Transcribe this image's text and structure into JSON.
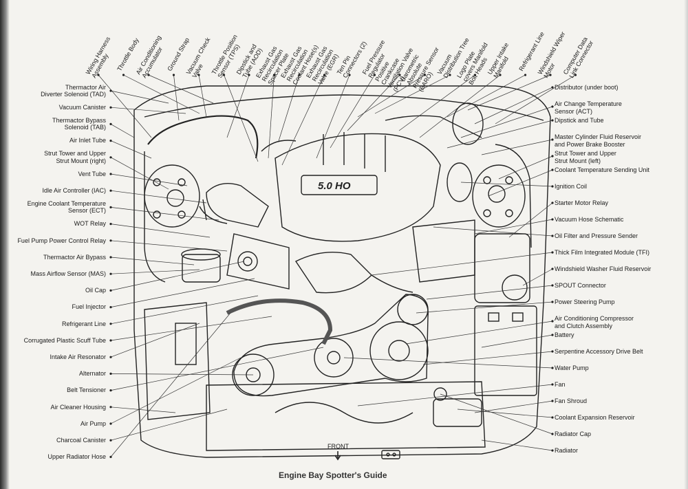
{
  "title": "Engine Bay Spotter's Guide",
  "front_label": "FRONT",
  "engine_badge": "5.0 HO",
  "labels_left": [
    "Thermactor Air\nDiverter Solenoid (TAD)",
    "Vacuum Canister",
    "Thermactor Bypass\nSolenoid (TAB)",
    "Air Inlet Tube",
    "Strut Tower and Upper\nStrut Mount (right)",
    "Vent Tube",
    "Idle Air Controller (IAC)",
    "Engine Coolant Temperature\nSensor (ECT)",
    "WOT Relay",
    "Fuel Pump Power Control Relay",
    "Thermactor Air Bypass",
    "Mass Airflow Sensor (MAS)",
    "Oil Cap",
    "Fuel Injector",
    "Refrigerant Line",
    "Corrugated Plastic Scuff Tube",
    "Intake Air Resonator",
    "Alternator",
    "Belt Tensioner",
    "Air Cleaner Housing",
    "Air Pump",
    "Charcoal Canister",
    "Upper Radiator Hose"
  ],
  "labels_right": [
    "Distributor (under boot)",
    "Air Change Temperature\nSensor (ACT)",
    "Dipstick and Tube",
    "Master Cylinder Fluid Reservoir\nand Power Brake Booster",
    "Strut Tower and Upper\nStrut Mount (left)",
    "Coolant Temperature Sending Unit",
    "Ignition Coil",
    "Starter Motor Relay",
    "Vacuum Hose Schematic",
    "Oil Filter and Pressure Sender",
    "Thick Film Integrated Module (TFI)",
    "Windshield Washer Fluid Reservoir",
    "SPOUT Connector",
    "Power Steering Pump",
    "Air Conditioning Compressor\nand Clutch Assembly",
    "Battery",
    "Serpentine Accessory Drive Belt",
    "Water Pump",
    "Fan",
    "Fan Shroud",
    "Coolant Expansion Reservoir",
    "Radiator Cap",
    "Radiator"
  ],
  "labels_top": [
    "Wiring Harness\nAssembly",
    "Throttle Body",
    "Air Conditioning\nAccumulator",
    "Ground Strap",
    "Vacuum Check\nValve",
    "Throttle Position\nSensor (TPS)",
    "Dipstick and\nTube (AOD)",
    "Exhaust Gas\nRecirculation\nSpacer Plate",
    "Exhaust Gas\nRecirculation\nCoolant Hose(s)",
    "Exhaust Gas\nRecirculation\nValve (EGR)",
    "Ten Pin\nConnectors (2)",
    "Fuel Pressure\nRegulator",
    "Positive\nCrankcase\nVentilation Valve\n(PCV)",
    "Barometric\nAbsolute\nPressure Sensor\n(BARO)",
    "Vacuum\nDistribution Tree",
    "Logo Plate\ncovers Manifold\nBolt Heads",
    "Upper Intake\nManifold",
    "Refrigerant Line",
    "Windshield Wiper\nMotor",
    "Computer Data\nLink Connector"
  ]
}
